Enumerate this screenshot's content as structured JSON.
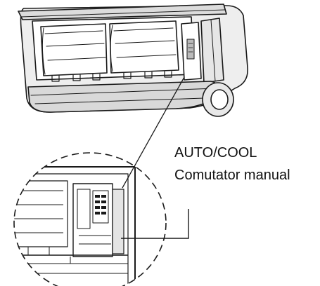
{
  "diagram": {
    "callout": {
      "line_1": "AUTO/COOL",
      "line_2": "Comutator manual"
    },
    "colors": {
      "stroke": "#1a1a1a",
      "unit_shade": "#d9d9d9",
      "background": "#ffffff"
    },
    "icons": {
      "unit": "split-ac-indoor-unit-drawing",
      "magnifier": "dashed-magnifier-circle",
      "detail": "control-panel-switch-detail"
    }
  }
}
